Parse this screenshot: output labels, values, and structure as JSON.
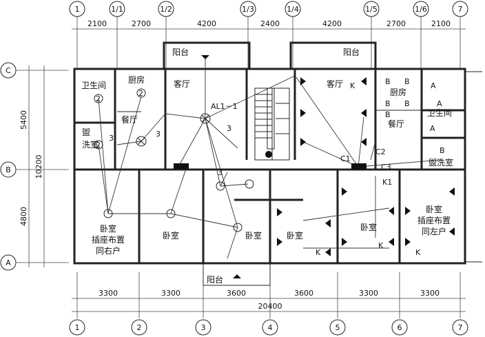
{
  "axes_top": [
    "1",
    "1/1",
    "1/2",
    "1/3",
    "1/4",
    "1/5",
    "1/6",
    "7"
  ],
  "axes_bottom": [
    "1",
    "2",
    "3",
    "4",
    "5",
    "6",
    "7"
  ],
  "axes_left": [
    "C",
    "B",
    "A"
  ],
  "dims_top": [
    "2100",
    "2700",
    "4200",
    "2400",
    "4200",
    "2700",
    "2100"
  ],
  "dims_bottom": [
    "3300",
    "3300",
    "3600",
    "3600",
    "3300",
    "3300"
  ],
  "dim_total": "20400",
  "dims_left": [
    "5400",
    "4800"
  ],
  "dim_left_total": "10200",
  "rooms": {
    "bathroom": "卫生间",
    "kitchen_l": "厨房",
    "living_l": "客厅",
    "balcony_top_l": "阳台",
    "balcony_top_r": "阳台",
    "living_r": "客厅",
    "kitchen_r": "厨房",
    "dining_l": "餐厅",
    "dining_r": "餐厅",
    "bathroom_r": "卫生间",
    "washroom_l_1": "盥",
    "washroom_l_2": "洗室",
    "washroom_r": "盥洗室",
    "bed1_1": "卧室",
    "bed1_2": "插座布置",
    "bed1_3": "同右户",
    "bed2": "卧室",
    "bed3": "卧室",
    "bed4": "卧室",
    "bed5": "卧室",
    "bed6_1": "卧室",
    "bed6_2": "插座布置",
    "bed6_3": "同左户",
    "balcony_bottom": "阳台"
  },
  "labels": {
    "panel": "AL1－1",
    "c1": "C1",
    "c2": "C2",
    "c3": "C3",
    "k1": "K1",
    "k": "K",
    "b": "B",
    "a": "A",
    "three": "3",
    "two": "2"
  }
}
